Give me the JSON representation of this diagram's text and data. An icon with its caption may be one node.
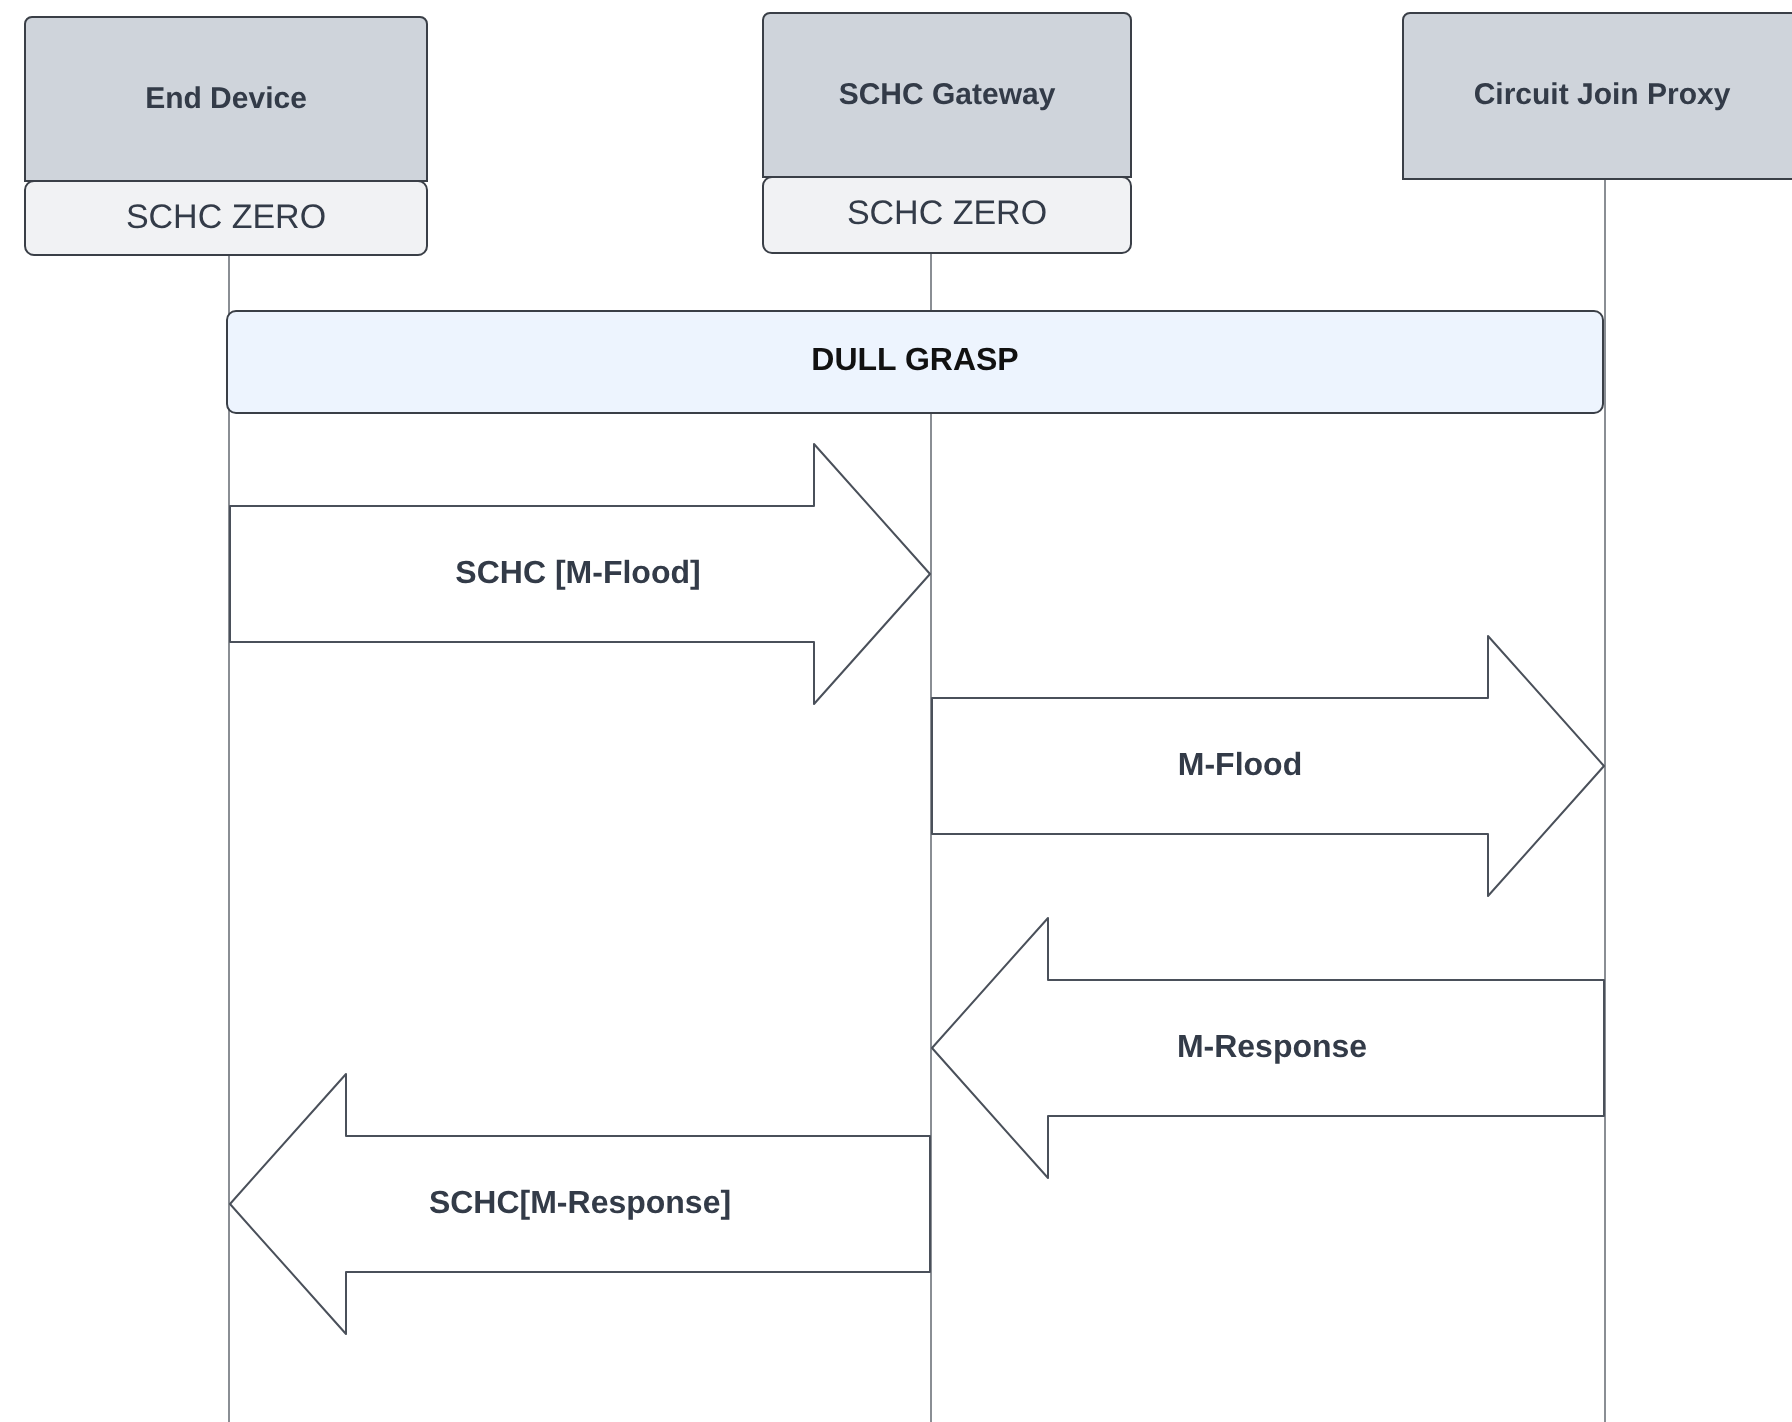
{
  "diagram": {
    "nodes": [
      {
        "text": [
          "End Device"
        ]
      },
      {
        "text": [
          "SCHC ZERO"
        ]
      },
      {
        "text": [
          "SCHC Gateway"
        ]
      },
      {
        "text": [
          "SCHC ZERO"
        ]
      },
      {
        "text": [
          "Circuit Join Proxy"
        ]
      },
      {
        "text": [
          "DULL GRASP"
        ]
      },
      {
        "text": [],
        "shape": "line"
      },
      {
        "text": [],
        "shape": "line"
      },
      {
        "text": [],
        "shape": "line"
      }
    ],
    "edges": [
      {
        "from": 6,
        "to": 7,
        "arrow": "to",
        "label": "SCHC [M-Flood]",
        "style": "thick"
      },
      {
        "from": 7,
        "to": 8,
        "arrow": "to",
        "label": "M-Flood",
        "style": "thick"
      },
      {
        "from": 8,
        "to": 7,
        "arrow": "to",
        "label": "M-Response",
        "style": "thick"
      },
      {
        "from": 7,
        "to": 6,
        "arrow": "to",
        "label": "SCHC[M-Response]",
        "style": "thick"
      }
    ]
  }
}
